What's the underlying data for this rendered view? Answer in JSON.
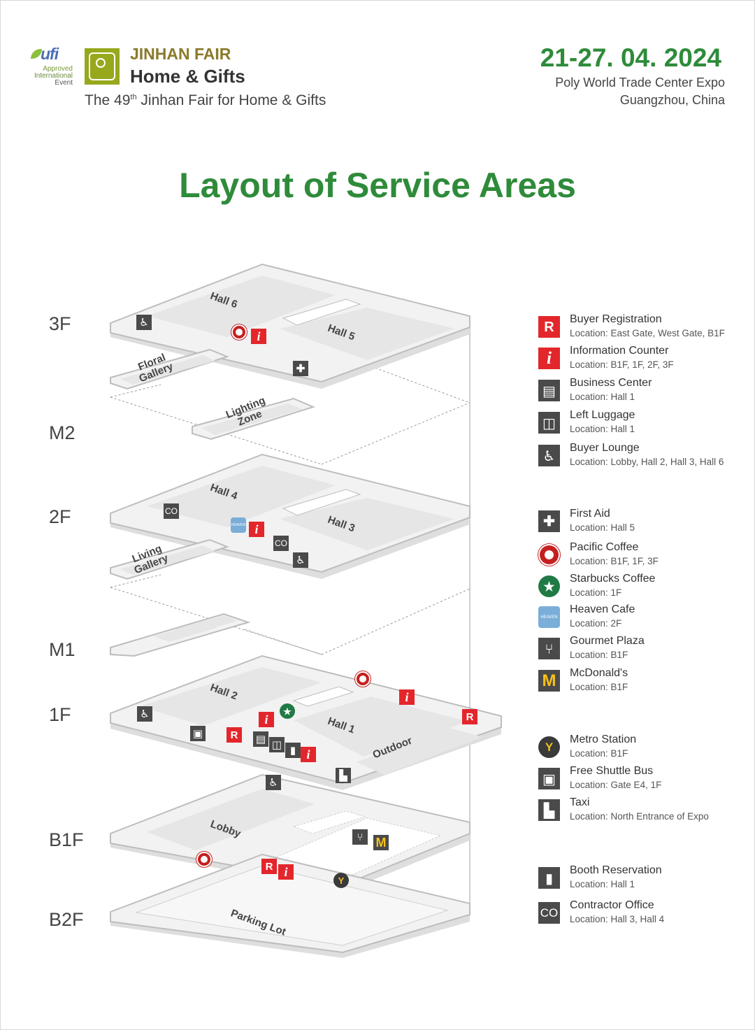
{
  "header": {
    "ufi": {
      "word": "ufi",
      "line1": "Approved",
      "line2": "International",
      "line3": "Event"
    },
    "brand_line1": "JINHAN FAIR",
    "brand_line2": "Home & Gifts",
    "subtitle_pre": "The 49",
    "subtitle_sup": "th",
    "subtitle_post": " Jinhan Fair for Home & Gifts",
    "date": "21-27. 04. 2024",
    "venue_line1": "Poly World Trade Center Expo",
    "venue_line2": "Guangzhou, China"
  },
  "page_title": "Layout of Service Areas",
  "floors": [
    "3F",
    "M2",
    "2F",
    "M1",
    "1F",
    "B1F",
    "B2F"
  ],
  "zones": {
    "hall6": "Hall 6",
    "hall5": "Hall 5",
    "floral": "Floral\nGallery",
    "lighting": "Lighting\nZone",
    "hall4": "Hall 4",
    "hall3": "Hall 3",
    "living": "Living\nGallery",
    "hall2": "Hall 2",
    "hall1": "Hall 1",
    "outdoor": "Outdoor",
    "lobby": "Lobby",
    "parking": "Parking Lot"
  },
  "icon_text": {
    "registration": "R",
    "info": "i",
    "contractor": "CO",
    "heaven": "HEAVEN",
    "first_aid": "✚",
    "metro": "Y",
    "mcdonalds": "M"
  },
  "legend": [
    {
      "icon": "registration-icon",
      "name": "Buyer Registration",
      "location": "Location: East Gate, West Gate, B1F"
    },
    {
      "icon": "information-icon",
      "name": "Information Counter",
      "location": "Location: B1F, 1F, 2F, 3F"
    },
    {
      "icon": "business-center-icon",
      "name": "Business Center",
      "location": "Location: Hall 1"
    },
    {
      "icon": "luggage-icon",
      "name": "Left Luggage",
      "location": "Location: Hall 1"
    },
    {
      "icon": "buyer-lounge-icon",
      "name": "Buyer Lounge",
      "location": "Location: Lobby, Hall 2, Hall 3, Hall 6"
    },
    {
      "icon": "first-aid-icon",
      "name": "First Aid",
      "location": "Location: Hall 5"
    },
    {
      "icon": "pacific-coffee-icon",
      "name": "Pacific Coffee",
      "location": "Location: B1F, 1F, 3F"
    },
    {
      "icon": "starbucks-icon",
      "name": "Starbucks Coffee",
      "location": "Location: 1F"
    },
    {
      "icon": "heaven-cafe-icon",
      "name": "Heaven Cafe",
      "location": "Location: 2F"
    },
    {
      "icon": "gourmet-icon",
      "name": "Gourmet Plaza",
      "location": "Location: B1F"
    },
    {
      "icon": "mcdonalds-icon",
      "name": "McDonald's",
      "location": "Location: B1F"
    },
    {
      "icon": "metro-icon",
      "name": "Metro Station",
      "location": "Location: B1F"
    },
    {
      "icon": "bus-icon",
      "name": "Free Shuttle Bus",
      "location": "Location: Gate E4, 1F"
    },
    {
      "icon": "taxi-icon",
      "name": "Taxi",
      "location": "Location: North Entrance of Expo"
    },
    {
      "icon": "booth-icon",
      "name": "Booth Reservation",
      "location": "Location: Hall 1"
    },
    {
      "icon": "contractor-icon",
      "name": "Contractor Office",
      "location": "Location: Hall 3, Hall 4"
    }
  ],
  "colors": {
    "accent_green": "#2e8b3a",
    "service_red": "#e3262b",
    "service_dark": "#4a4a4a",
    "floor_gray": "#f0f0f0"
  }
}
